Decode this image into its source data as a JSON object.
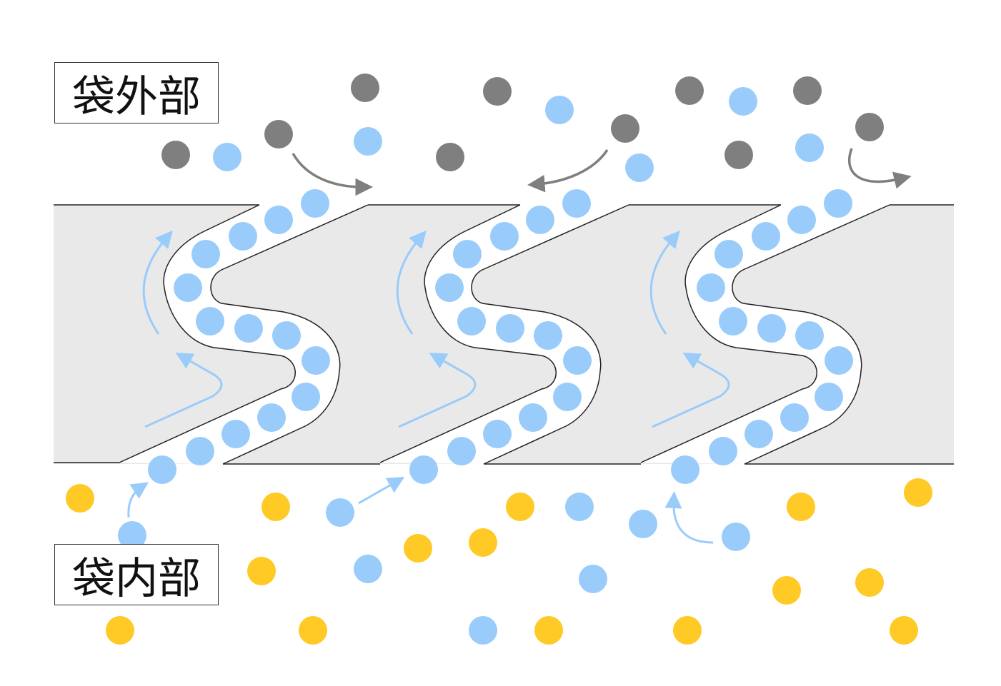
{
  "labels": {
    "outside": "袋外部",
    "inside": "袋内部"
  },
  "colors": {
    "wall": "#e9e9e9",
    "wall_stroke": "#222222",
    "particle_blue": "#99ccfa",
    "particle_gray": "#7f7f7f",
    "particle_yellow": "#ffc926",
    "arrow_blue": "#99ccfa",
    "arrow_gray": "#7f7f7f"
  },
  "channel_count": 3
}
